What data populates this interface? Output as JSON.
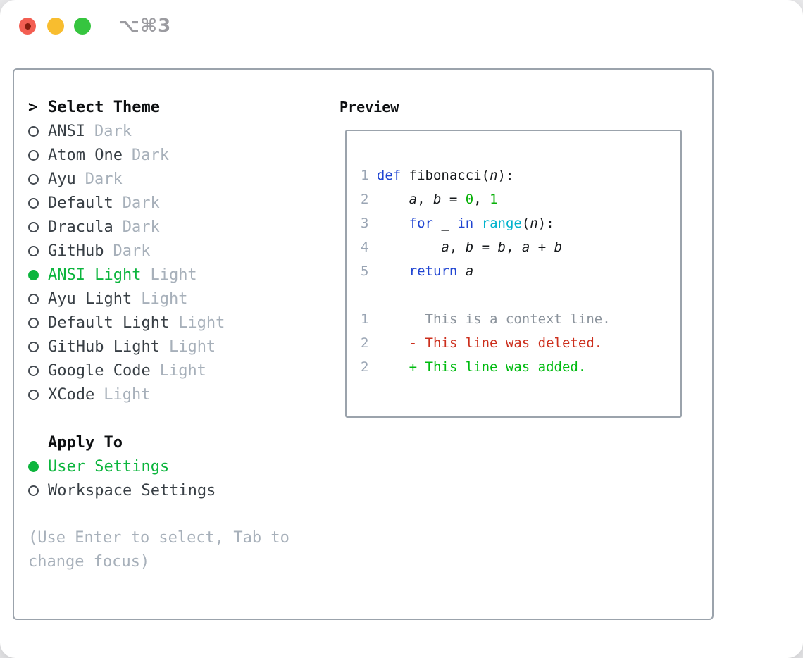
{
  "window": {
    "shortcut": "⌥⌘3"
  },
  "theme_selector": {
    "cursor": ">",
    "title": "Select Theme",
    "items": [
      {
        "name": "ANSI",
        "tag": "Dark",
        "selected": false
      },
      {
        "name": "Atom One",
        "tag": "Dark",
        "selected": false
      },
      {
        "name": "Ayu",
        "tag": "Dark",
        "selected": false
      },
      {
        "name": "Default",
        "tag": "Dark",
        "selected": false
      },
      {
        "name": "Dracula",
        "tag": "Dark",
        "selected": false
      },
      {
        "name": "GitHub",
        "tag": "Dark",
        "selected": false
      },
      {
        "name": "ANSI Light",
        "tag": "Light",
        "selected": true
      },
      {
        "name": "Ayu Light",
        "tag": "Light",
        "selected": false
      },
      {
        "name": "Default Light",
        "tag": "Light",
        "selected": false
      },
      {
        "name": "GitHub Light",
        "tag": "Light",
        "selected": false
      },
      {
        "name": "Google Code",
        "tag": "Light",
        "selected": false
      },
      {
        "name": "XCode",
        "tag": "Light",
        "selected": false
      }
    ]
  },
  "apply_to": {
    "title": "Apply To",
    "options": [
      {
        "label": "User Settings",
        "selected": true
      },
      {
        "label": "Workspace Settings",
        "selected": false
      }
    ]
  },
  "hint": "(Use Enter to select, Tab to change focus)",
  "preview": {
    "title": "Preview",
    "code_lines": [
      {
        "num": "1",
        "tokens": [
          {
            "t": "def",
            "c": "kw"
          },
          {
            "t": " fibonacci(",
            "c": "pl"
          },
          {
            "t": "n",
            "c": "var"
          },
          {
            "t": "):",
            "c": "pl"
          }
        ]
      },
      {
        "num": "2",
        "tokens": [
          {
            "t": "    ",
            "c": "pl"
          },
          {
            "t": "a",
            "c": "var"
          },
          {
            "t": ", ",
            "c": "pl"
          },
          {
            "t": "b",
            "c": "var"
          },
          {
            "t": " = ",
            "c": "pl"
          },
          {
            "t": "0",
            "c": "num"
          },
          {
            "t": ", ",
            "c": "pl"
          },
          {
            "t": "1",
            "c": "num"
          }
        ]
      },
      {
        "num": "3",
        "tokens": [
          {
            "t": "    ",
            "c": "pl"
          },
          {
            "t": "for",
            "c": "kw"
          },
          {
            "t": " _ ",
            "c": "pl"
          },
          {
            "t": "in",
            "c": "kw"
          },
          {
            "t": " ",
            "c": "pl"
          },
          {
            "t": "range",
            "c": "fn"
          },
          {
            "t": "(",
            "c": "pl"
          },
          {
            "t": "n",
            "c": "var"
          },
          {
            "t": "):",
            "c": "pl"
          }
        ]
      },
      {
        "num": "4",
        "tokens": [
          {
            "t": "        ",
            "c": "pl"
          },
          {
            "t": "a",
            "c": "var"
          },
          {
            "t": ", ",
            "c": "pl"
          },
          {
            "t": "b",
            "c": "var"
          },
          {
            "t": " = ",
            "c": "pl"
          },
          {
            "t": "b",
            "c": "var"
          },
          {
            "t": ", ",
            "c": "pl"
          },
          {
            "t": "a",
            "c": "var"
          },
          {
            "t": " + ",
            "c": "pl"
          },
          {
            "t": "b",
            "c": "var"
          }
        ]
      },
      {
        "num": "5",
        "tokens": [
          {
            "t": "    ",
            "c": "pl"
          },
          {
            "t": "return",
            "c": "kw"
          },
          {
            "t": " ",
            "c": "pl"
          },
          {
            "t": "a",
            "c": "var"
          }
        ]
      }
    ],
    "diff_lines": [
      {
        "num": "1",
        "marker": " ",
        "text": "This is a context line.",
        "kind": "ctx"
      },
      {
        "num": "2",
        "marker": "-",
        "text": "This line was deleted.",
        "kind": "del"
      },
      {
        "num": "2",
        "marker": "+",
        "text": "This line was added.",
        "kind": "add"
      }
    ]
  },
  "colors": {
    "accent_green": "#0cb53d",
    "keyword_blue": "#2045d2",
    "builtin_cyan": "#00b2cc",
    "number_green": "#07b007",
    "added_green": "#00bb10",
    "deleted_red": "#cc2f1d",
    "context_gray": "#8b939c",
    "line_number_gray": "#9aa5b4",
    "muted_gray": "#a7b0ba",
    "text_dark": "#383f45",
    "border_gray": "#9ba3ac",
    "traffic_red": "#f35e52",
    "traffic_red_dot": "#871d0e",
    "traffic_yellow": "#f8bd2f",
    "traffic_green": "#36c53f",
    "shortcut_gray": "#9b9ba0"
  }
}
